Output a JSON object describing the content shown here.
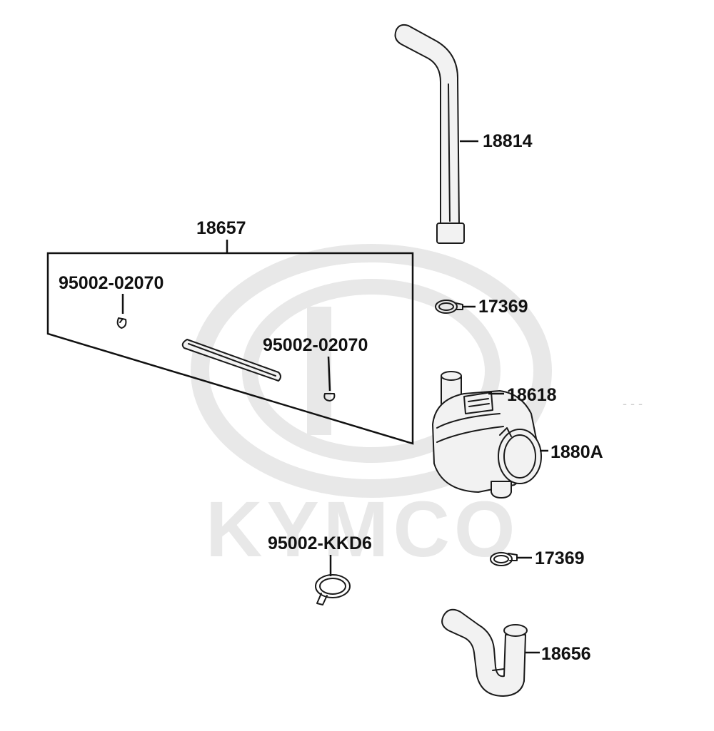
{
  "watermark": {
    "brand_text": "KYMCO",
    "color": "#e8e8e8"
  },
  "parts": {
    "p18814": "18814",
    "p18657": "18657",
    "p95002_02070_a": "95002-02070",
    "p95002_02070_b": "95002-02070",
    "p17369_a": "17369",
    "p18618": "18618",
    "p1880A": "1880A",
    "p95002_KKD6": "95002-KKD6",
    "p17369_b": "17369",
    "p18656": "18656"
  },
  "colors": {
    "ink": "#1a1a1a",
    "part_fill": "#f2f2f2",
    "watermark": "#e8e8e8"
  }
}
